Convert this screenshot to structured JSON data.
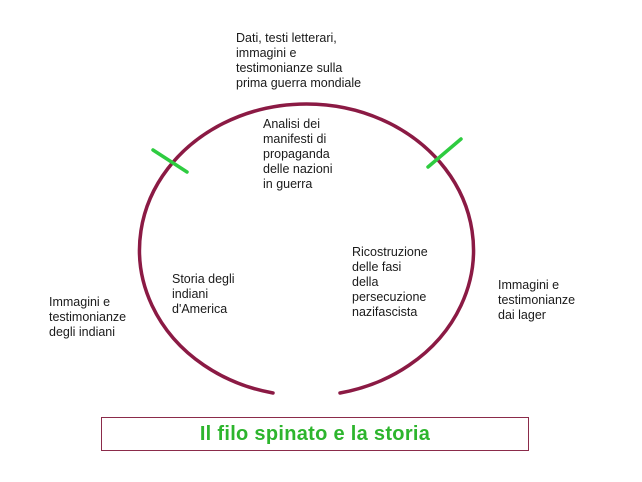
{
  "title": "Il filo spinato e la storia",
  "labels": {
    "top": "Dati, testi letterari,\nimmagini e\ntestimonianze sulla\nprima guerra mondiale",
    "center": "Analisi dei\nmanifesti di\npropaganda\ndelle nazioni\nin guerra",
    "mid_left": "Storia degli\nindiani\nd'America",
    "mid_right": "Ricostruzione\ndelle fasi\ndella\npersecuzione\nnazifascista",
    "left": "Immagini e\ntestimonianze\ndegli indiani",
    "right": "Immagini e\ntestimonianze\ndai lager"
  },
  "colors": {
    "wire": "#8b1a44",
    "marker": "#2ecc40",
    "title_text": "#2db52d",
    "title_border": "#8b2b4a"
  }
}
